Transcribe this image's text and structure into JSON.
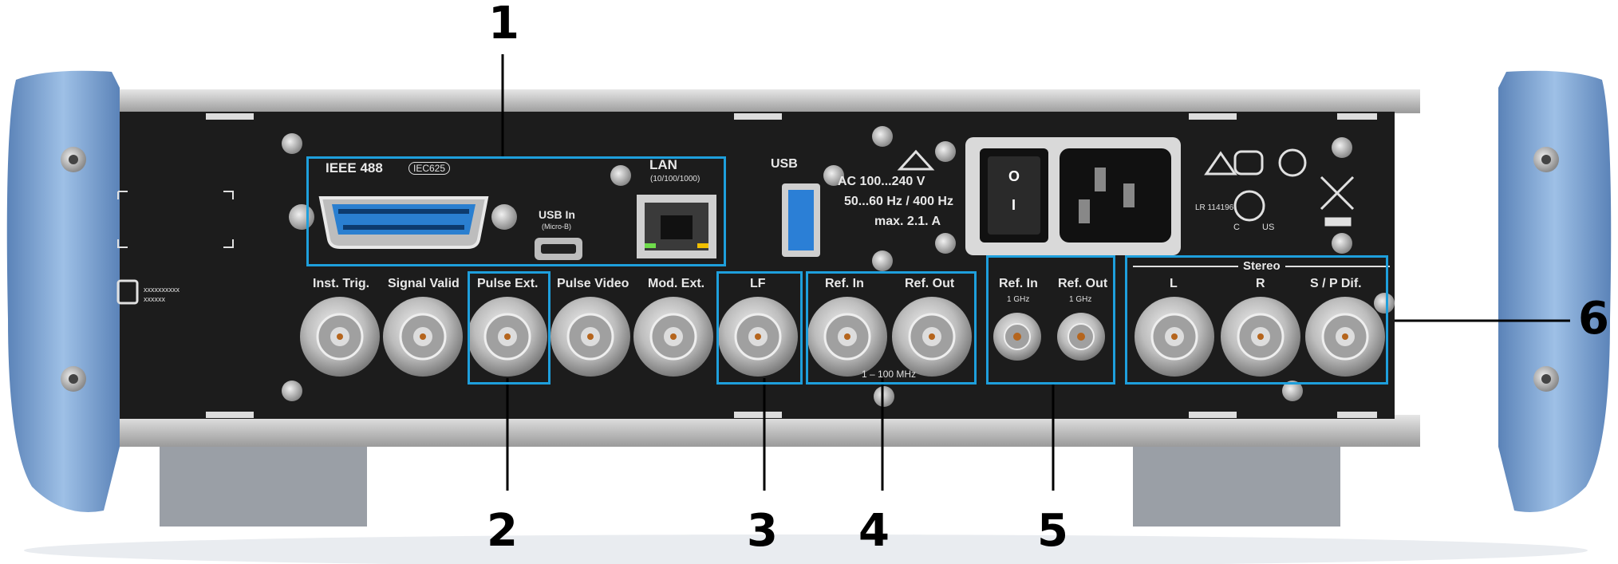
{
  "callouts": {
    "c1": "1",
    "c2": "2",
    "c3": "3",
    "c4": "4",
    "c5": "5",
    "c6": "6"
  },
  "labels": {
    "ieee": "IEEE 488",
    "iec": "IEC625",
    "lan": "LAN",
    "lan_speed": "(10/100/1000)",
    "usb_in": "USB In",
    "usb_in_sub": "(Micro-B)",
    "usb": "USB",
    "power1": "AC 100...240 V",
    "power2": "50...60 Hz / 400 Hz",
    "power3": "max. 2.1. A",
    "switch_o": "O",
    "switch_i": "I",
    "lr": "LR 114196",
    "c": "C",
    "us": "US",
    "kc1": "xxxxxxxxxx",
    "kc2": "xxxxxx",
    "inst_trig": "Inst. Trig.",
    "signal_valid": "Signal Valid",
    "pulse_ext": "Pulse Ext.",
    "pulse_video": "Pulse Video",
    "mod_ext": "Mod. Ext.",
    "lf": "LF",
    "ref_in": "Ref. In",
    "ref_out": "Ref. Out",
    "ref_in_1g": "Ref. In",
    "ref_out_1g": "Ref. Out",
    "ghz_a": "1 GHz",
    "ghz_b": "1 GHz",
    "mhz": "1 – 100 MHz",
    "stereo": "Stereo",
    "l": "L",
    "r": "R",
    "spdif": "S / P Dif."
  },
  "colors": {
    "highlight": "#1e9fdc",
    "panel": "#1c1c1c",
    "frame_blue": "#7da4d0",
    "metal": "#c8c8c8"
  }
}
